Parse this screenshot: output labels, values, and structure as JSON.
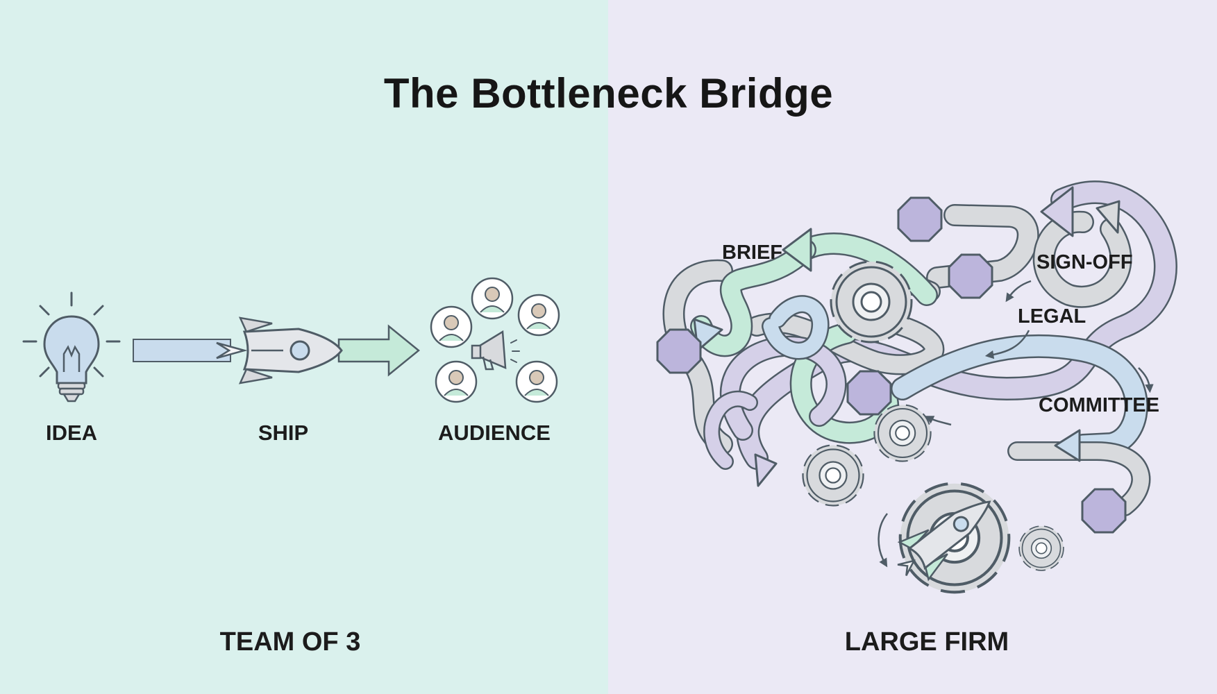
{
  "title": "The Bottleneck Bridge",
  "left": {
    "steps": [
      "IDEA",
      "SHIP",
      "AUDIENCE"
    ],
    "group_label": "TEAM OF 3"
  },
  "right": {
    "tags": [
      "BRIEF",
      "SIGN-OFF",
      "LEGAL",
      "COMMITTEE"
    ],
    "group_label": "LARGE FIRM"
  },
  "colors": {
    "left_bg": "#daf1ed",
    "right_bg": "#ebe9f5",
    "outline": "#4f5c66",
    "blue": "#c9dced",
    "green": "#c5ead9",
    "lilac": "#d5d0e8",
    "gray": "#d8dadd",
    "stop_sign": "#bcb5dc"
  },
  "icons": [
    "lightbulb-icon",
    "rocket-icon",
    "arrow-icon",
    "person-icon",
    "megaphone-icon",
    "gear-icon",
    "octagon-icon"
  ]
}
